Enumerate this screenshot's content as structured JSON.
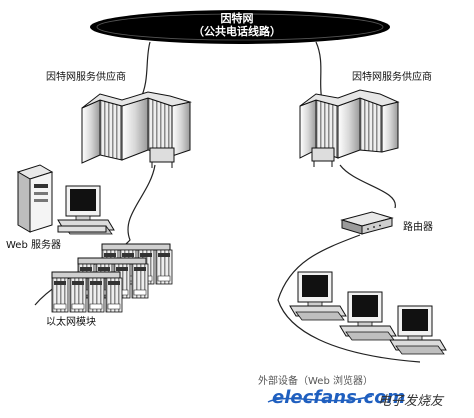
{
  "cloud": {
    "line1": "因特网",
    "line2": "（公共电话线路）"
  },
  "labels": {
    "isp_left": "因特网服务供应商",
    "isp_right": "因特网服务供应商",
    "web_server": "Web 服务器",
    "router": "路由器",
    "ethernet_module": "以太网模块",
    "external_device": "外部设备（Web 浏览器）"
  },
  "watermark": {
    "logo": "elecfans.com",
    "cn": "电子发烧友"
  },
  "colors": {
    "cloud": "#000000",
    "line": "#222222",
    "logo_blue": "#1f5fbf"
  }
}
